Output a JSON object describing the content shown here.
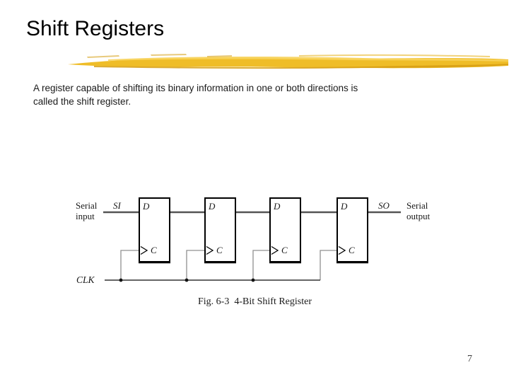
{
  "slide": {
    "title": "Shift Registers",
    "body_lines": [
      "A register capable of shifting its binary information in one or both directions is",
      "called the shift register."
    ],
    "page_number": "7",
    "accent_color": "#EFBD28"
  },
  "diagram": {
    "serial_input_line1": "Serial",
    "serial_input_line2": "input",
    "si_label": "SI",
    "so_label": "SO",
    "serial_output_line1": "Serial",
    "serial_output_line2": "output",
    "clk_label": "CLK",
    "d_label": "D",
    "c_label": "C",
    "flip_flop_count": 4,
    "caption": "Fig. 6-3  4-Bit Shift Register"
  }
}
